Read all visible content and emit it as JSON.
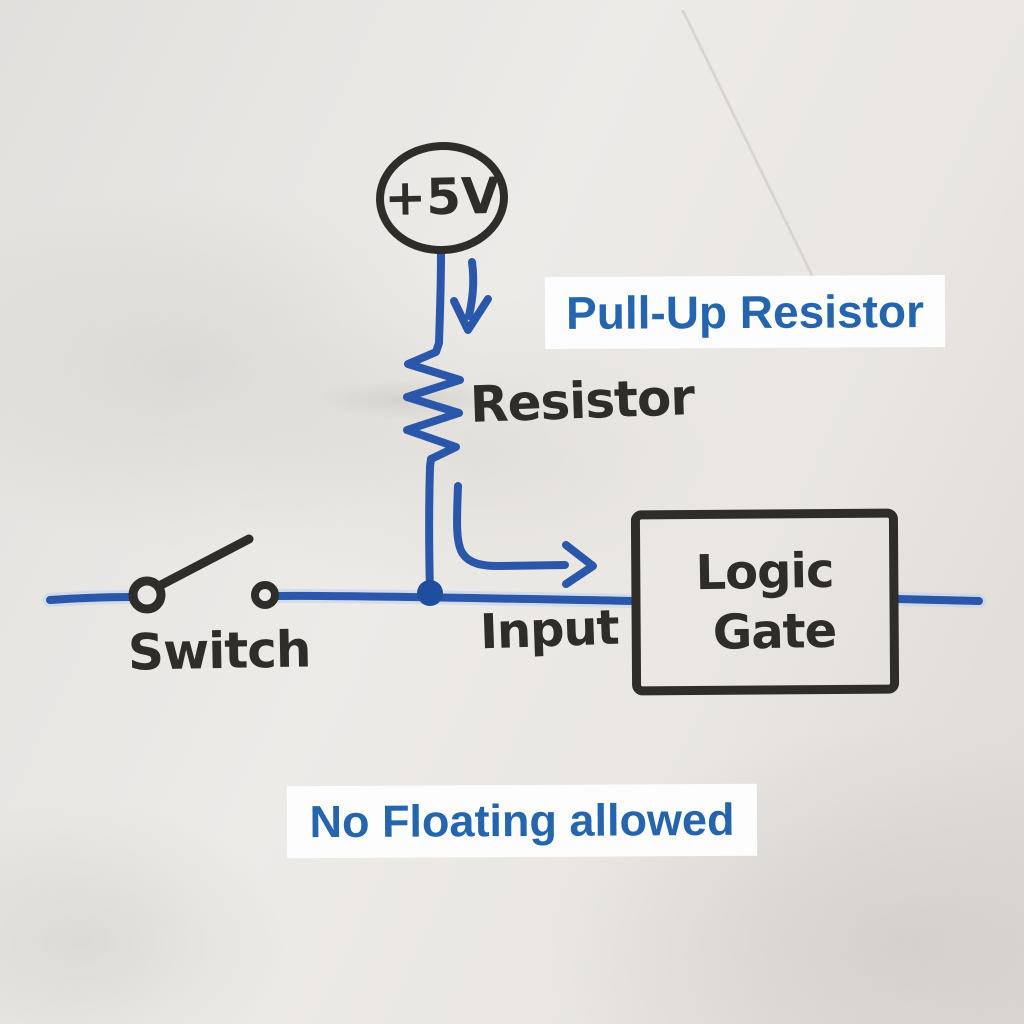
{
  "colors": {
    "board_bg": "#e7e5e2",
    "marker_blue": "#2a57a9",
    "marker_blue_dark": "#1f4e9f",
    "marker_black": "#2f2d2a",
    "label_blue": "#2565ae",
    "highlight_bg": "#fdfdfd"
  },
  "labels": {
    "supply": "+5V",
    "pullup_title": "Pull-Up Resistor",
    "resistor": "Resistor",
    "switch": "Switch",
    "input": "Input",
    "logic_gate_line1": "Logic",
    "logic_gate_line2": "Gate",
    "note": "No Floating allowed"
  }
}
